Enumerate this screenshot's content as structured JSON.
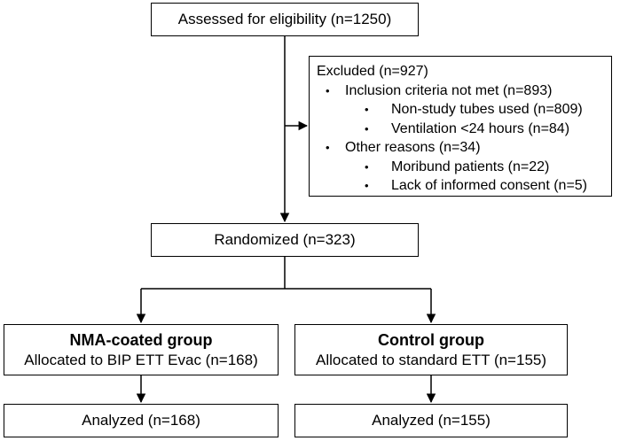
{
  "assessed": "Assessed for eligibility (n=1250)",
  "excluded": {
    "title": "Excluded (n=927)",
    "groups": [
      {
        "label": "Inclusion criteria not met (n=893)",
        "items": [
          "Non-study tubes used (n=809)",
          "Ventilation <24 hours (n=84)"
        ]
      },
      {
        "label": "Other reasons (n=34)",
        "items": [
          "Moribund patients (n=22)",
          "Lack of informed consent (n=5)"
        ]
      }
    ]
  },
  "randomized": "Randomized (n=323)",
  "nma": {
    "title": "NMA-coated group",
    "detail": "Allocated to BIP ETT Evac (n=168)",
    "analyzed": "Analyzed (n=168)"
  },
  "control": {
    "title": "Control group",
    "detail": "Allocated to standard ETT (n=155)",
    "analyzed": "Analyzed (n=155)"
  },
  "colors": {
    "line": "#000000",
    "background": "#ffffff"
  }
}
